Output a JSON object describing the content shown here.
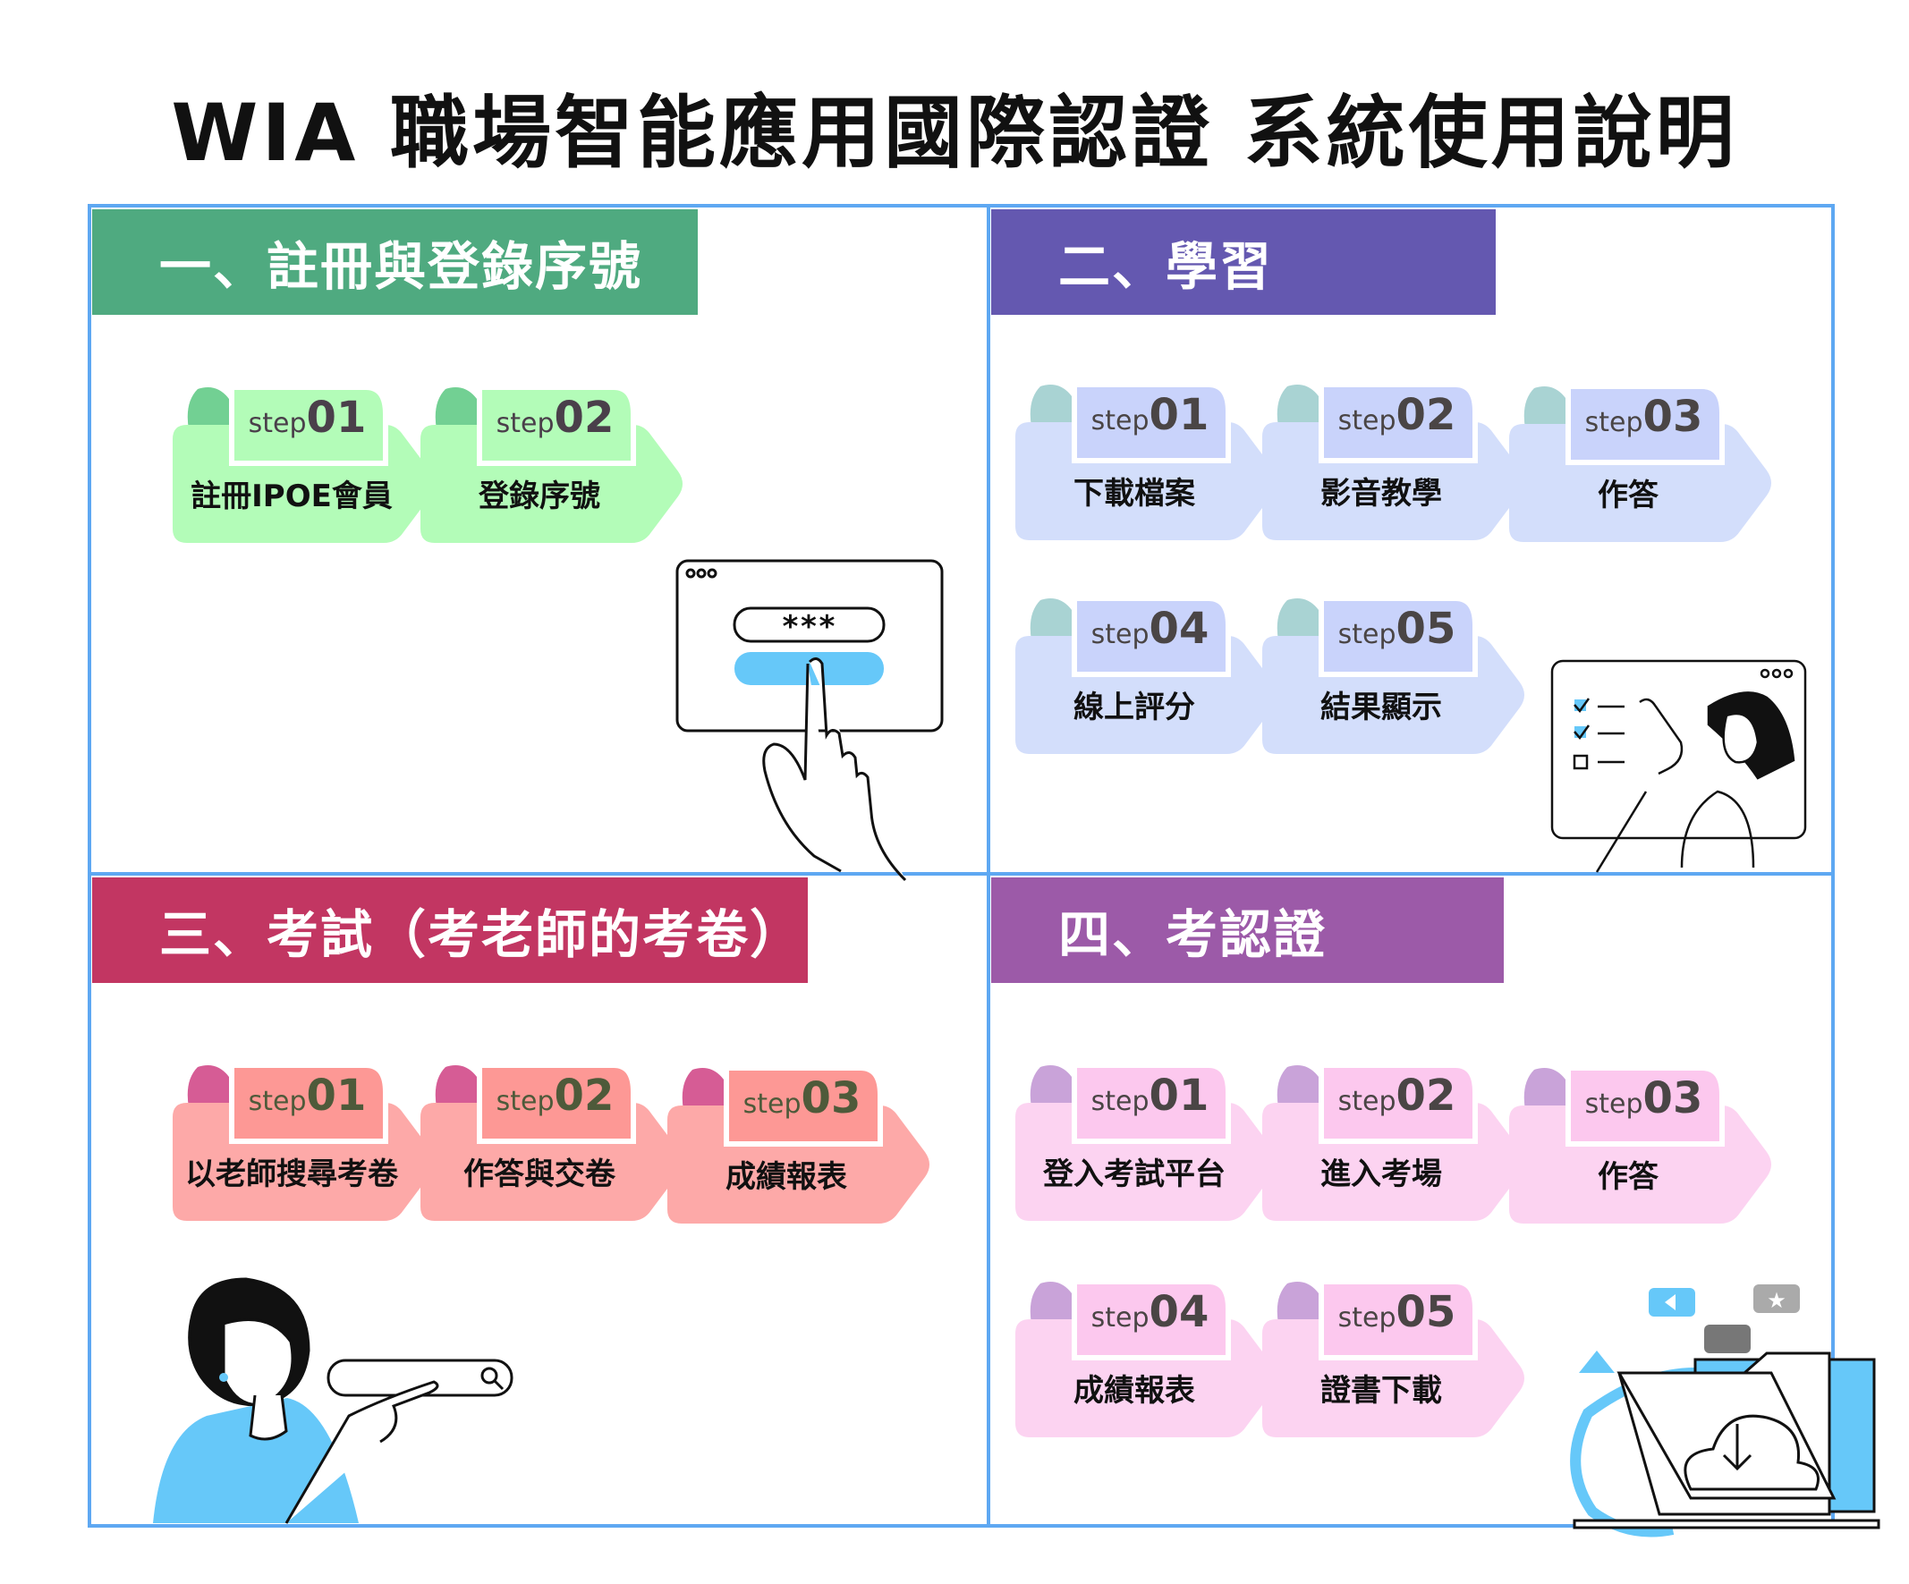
{
  "title": "WIA 職場智能應用國際認證 系統使用說明",
  "step_word": "step",
  "login_illustration": {
    "password_mask": "***"
  },
  "sections": [
    {
      "header": "一、註冊與登錄序號",
      "header_color": "#4faa80",
      "body_color": "#b3fcb8",
      "tab_color": "#b3fcb8",
      "bump_color": "#72d093",
      "text_color": "#4a3f4a",
      "steps": [
        {
          "num": "01",
          "label": "註冊IPOE會員"
        },
        {
          "num": "02",
          "label": "登錄序號"
        }
      ]
    },
    {
      "header": "二、學習",
      "header_color": "#6458b0",
      "body_color": "#d3defb",
      "tab_color": "#c9d3fb",
      "bump_color": "#a9d3d3",
      "text_color": "#4a4545",
      "steps": [
        {
          "num": "01",
          "label": "下載檔案"
        },
        {
          "num": "02",
          "label": "影音教學"
        },
        {
          "num": "03",
          "label": "作答"
        },
        {
          "num": "04",
          "label": "線上評分"
        },
        {
          "num": "05",
          "label": "結果顯示"
        }
      ]
    },
    {
      "header": "三、考試（考老師的考卷）",
      "header_color": "#c23662",
      "body_color": "#fda9a8",
      "tab_color": "#fd9895",
      "bump_color": "#d65c95",
      "text_color": "#4e5a3a",
      "steps": [
        {
          "num": "01",
          "label": "以老師搜尋考卷"
        },
        {
          "num": "02",
          "label": "作答與交卷"
        },
        {
          "num": "03",
          "label": "成績報表"
        }
      ]
    },
    {
      "header": "四、考認證",
      "header_color": "#9c5aa8",
      "body_color": "#fcd3f1",
      "tab_color": "#fcc8ee",
      "bump_color": "#c9a3d9",
      "text_color": "#4a4545",
      "steps": [
        {
          "num": "01",
          "label": "登入考試平台"
        },
        {
          "num": "02",
          "label": "進入考場"
        },
        {
          "num": "03",
          "label": "作答"
        },
        {
          "num": "04",
          "label": "成績報表"
        },
        {
          "num": "05",
          "label": "證書下載"
        }
      ]
    }
  ]
}
